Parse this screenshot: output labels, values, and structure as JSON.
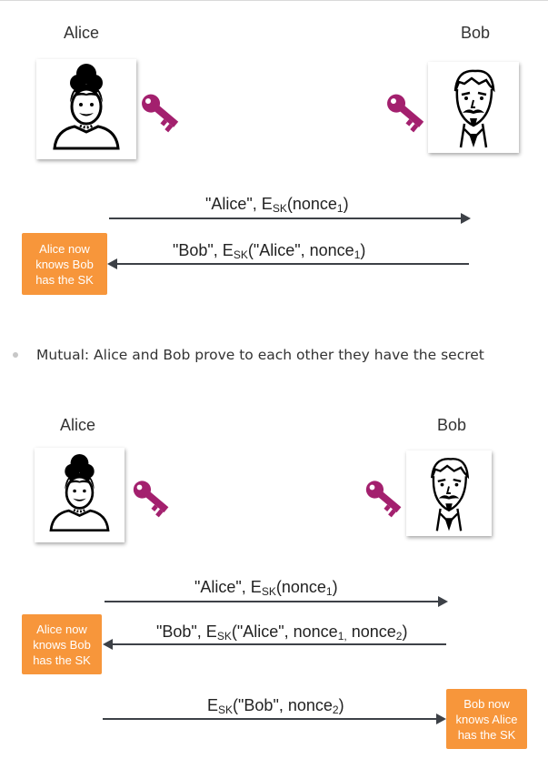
{
  "diagram1": {
    "alice_label": "Alice",
    "bob_label": "Bob",
    "msg1": {
      "a": "\"Alice\", E",
      "sub": "SK",
      "b": "(nonce",
      "sub2": "1",
      "c": ")"
    },
    "msg2": {
      "a": "\"Bob\", E",
      "sub": "SK",
      "b": "(\"Alice\", nonce",
      "sub2": "1",
      "c": ")"
    },
    "note_alice": "Alice now knows Bob has the SK"
  },
  "bullet": "Mutual: Alice and Bob prove to each other they have the secret",
  "diagram2": {
    "alice_label": "Alice",
    "bob_label": "Bob",
    "msg1": {
      "a": "\"Alice\", E",
      "sub": "SK",
      "b": "(nonce",
      "sub2": "1",
      "c": ")"
    },
    "msg2": {
      "a": "\"Bob\", E",
      "sub": "SK",
      "b": "(\"Alice\", nonce",
      "sub2": "1,",
      "c": " nonce",
      "sub3": "2",
      "d": ")"
    },
    "msg3": {
      "a": "E",
      "sub": "SK",
      "b": "(\"Bob\", nonce",
      "sub2": "2",
      "c": ")"
    },
    "note_alice": "Alice now knows Bob has the SK",
    "note_bob": "Bob now knows Alice has the SK"
  },
  "colors": {
    "key": "#a3206e",
    "note": "#f7963b",
    "arrow": "#3d4147"
  },
  "icons": [
    "alice-avatar-icon",
    "bob-avatar-icon",
    "key-icon"
  ]
}
